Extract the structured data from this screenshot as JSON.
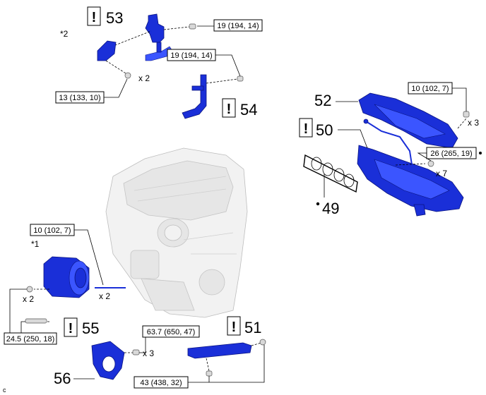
{
  "callouts": {
    "c53": "53",
    "c54": "54",
    "c52": "52",
    "c50": "50",
    "c49": "49",
    "c55": "55",
    "c56": "56",
    "c51": "51"
  },
  "torques": {
    "t1": "19 (194, 14)",
    "t2": "19 (194, 14)",
    "t3": "13 (133, 10)",
    "t4": "10 (102, 7)",
    "t5": "26 (265, 19)",
    "t6": "10 (102, 7)",
    "t7": "24.5 (250, 18)",
    "t8": "63.7 (650, 47)",
    "t9": "43 (438, 32)"
  },
  "quantities": {
    "q1": "x 2",
    "q2": "x 3",
    "q3": "x 7",
    "q4": "x 2",
    "q5": "x 2",
    "q6": "x 3"
  },
  "notes": {
    "n1": "*2",
    "n2": "*1",
    "corner": "c"
  },
  "caution_mark": "!",
  "colors": {
    "part": "#1a2fd8",
    "engine": "#f2f2f2"
  }
}
